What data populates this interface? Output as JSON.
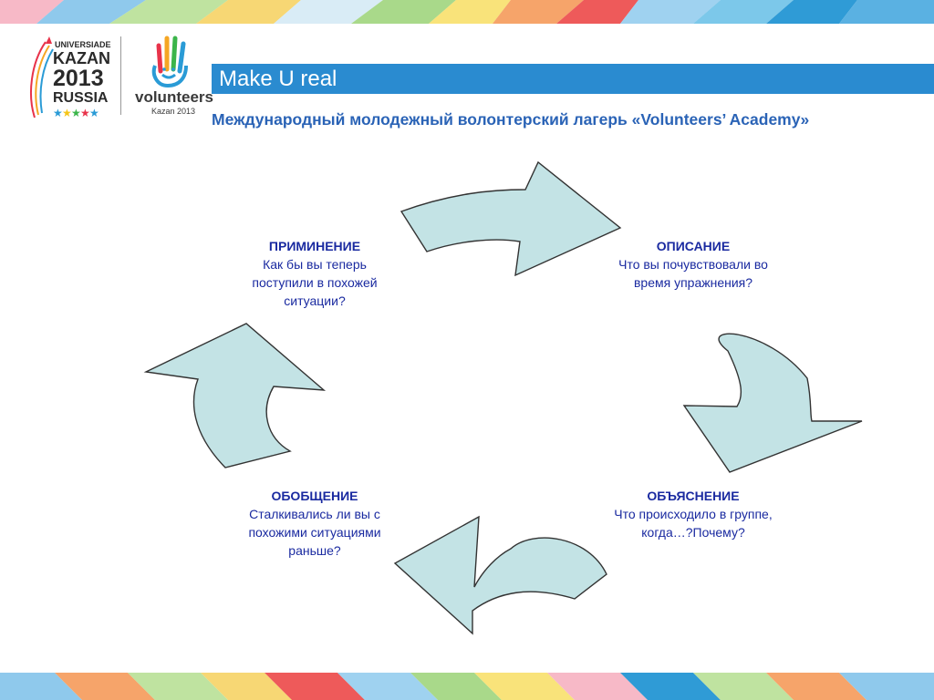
{
  "header": {
    "logo_universiade": {
      "lines": [
        "UNIVERSIADE",
        "KAZAN",
        "2013",
        "RUSSIA"
      ]
    },
    "logo_volunteers": {
      "name": "volunteers",
      "sub": "Kazan 2013"
    },
    "banner": "Make U real",
    "subtitle": "Международный молодежный волонтерский лагерь «Volunteers’ Academy»"
  },
  "cycle": {
    "stages": [
      {
        "id": "opisanie",
        "title": "ОПИСАНИЕ",
        "text": "Что вы почувствовали во время упражнения?"
      },
      {
        "id": "obyasnenie",
        "title": "ОБЪЯСНЕНИЕ",
        "text": "Что происходило в группе, когда…?Почему?"
      },
      {
        "id": "obobshchenie",
        "title": "ОБОБЩЕНИЕ",
        "text": "Сталкивались ли вы с похожими ситуациями раньше?"
      },
      {
        "id": "primenenie",
        "title": "ПРИМИНЕНИЕ",
        "text": "Как бы вы теперь поступили в похожей ситуации?"
      }
    ]
  },
  "colors": {
    "banner": "#2a8bd0",
    "subtitle": "#2a63b6",
    "stage_text": "#1a2aa0",
    "arrow_fill": "#c3e3e5",
    "arrow_stroke": "#333333"
  }
}
